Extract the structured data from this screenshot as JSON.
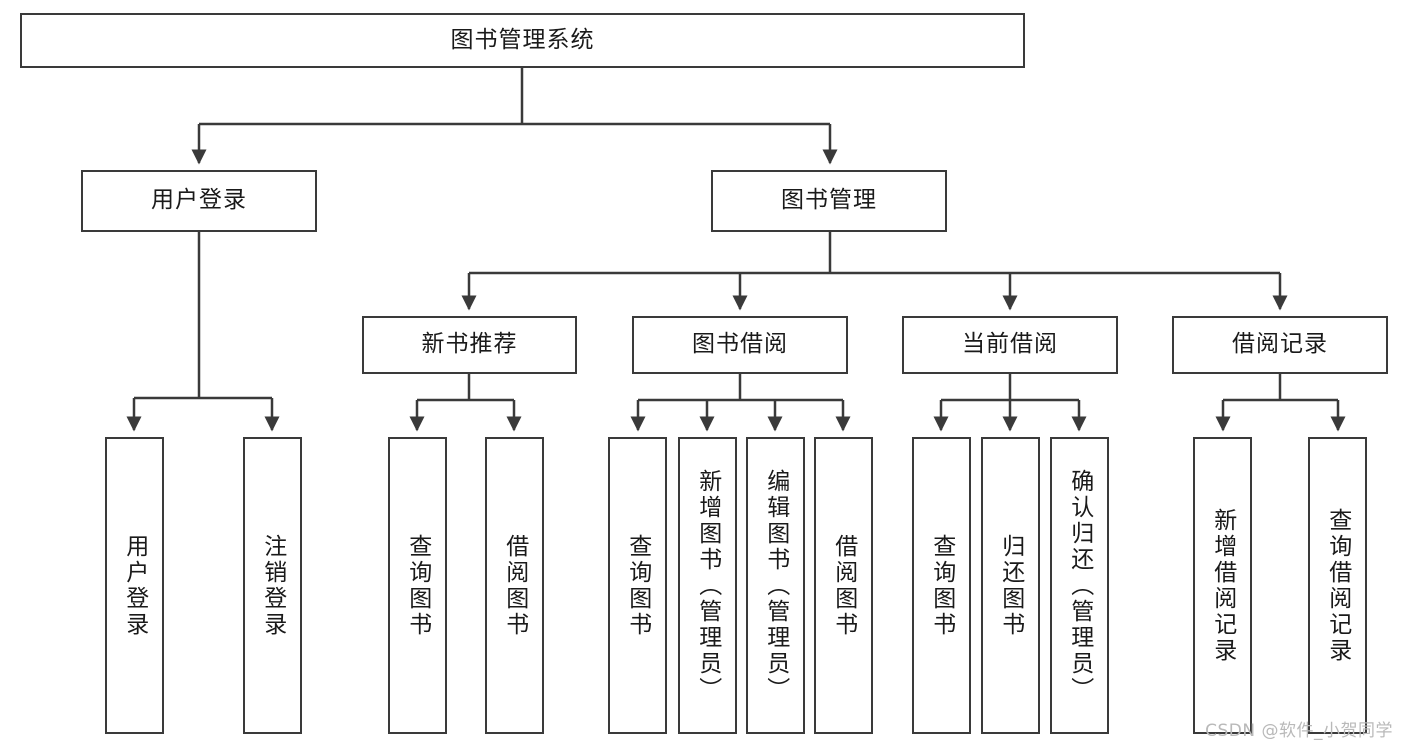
{
  "diagram": {
    "title": "图书管理系统",
    "type": "tree-hierarchy",
    "watermark": "CSDN @软件_小贺同学",
    "colors": {
      "box_border": "#3a3a3a",
      "box_fill": "#ffffff",
      "edge": "#3a3a3a",
      "text": "#1a1a1a",
      "watermark": "#b9b9b9"
    },
    "root": {
      "label": "图书管理系统"
    },
    "level2": [
      {
        "label": "用户登录"
      },
      {
        "label": "图书管理"
      }
    ],
    "level3": [
      {
        "label": "新书推荐"
      },
      {
        "label": "图书借阅"
      },
      {
        "label": "当前借阅"
      },
      {
        "label": "借阅记录"
      }
    ],
    "leaves": {
      "user_login": [
        {
          "label": "用户登录"
        },
        {
          "label": "注销登录"
        }
      ],
      "new_book_recommend": [
        {
          "label": "查询图书"
        },
        {
          "label": "借阅图书"
        }
      ],
      "book_borrow": [
        {
          "label": "查询图书"
        },
        {
          "label": "新增图书（管理员）"
        },
        {
          "label": "编辑图书（管理员）"
        },
        {
          "label": "借阅图书"
        }
      ],
      "current_borrow": [
        {
          "label": "查询图书"
        },
        {
          "label": "归还图书"
        },
        {
          "label": "确认归还（管理员）"
        }
      ],
      "borrow_record": [
        {
          "label": "新增借阅记录"
        },
        {
          "label": "查询借阅记录"
        }
      ]
    }
  }
}
